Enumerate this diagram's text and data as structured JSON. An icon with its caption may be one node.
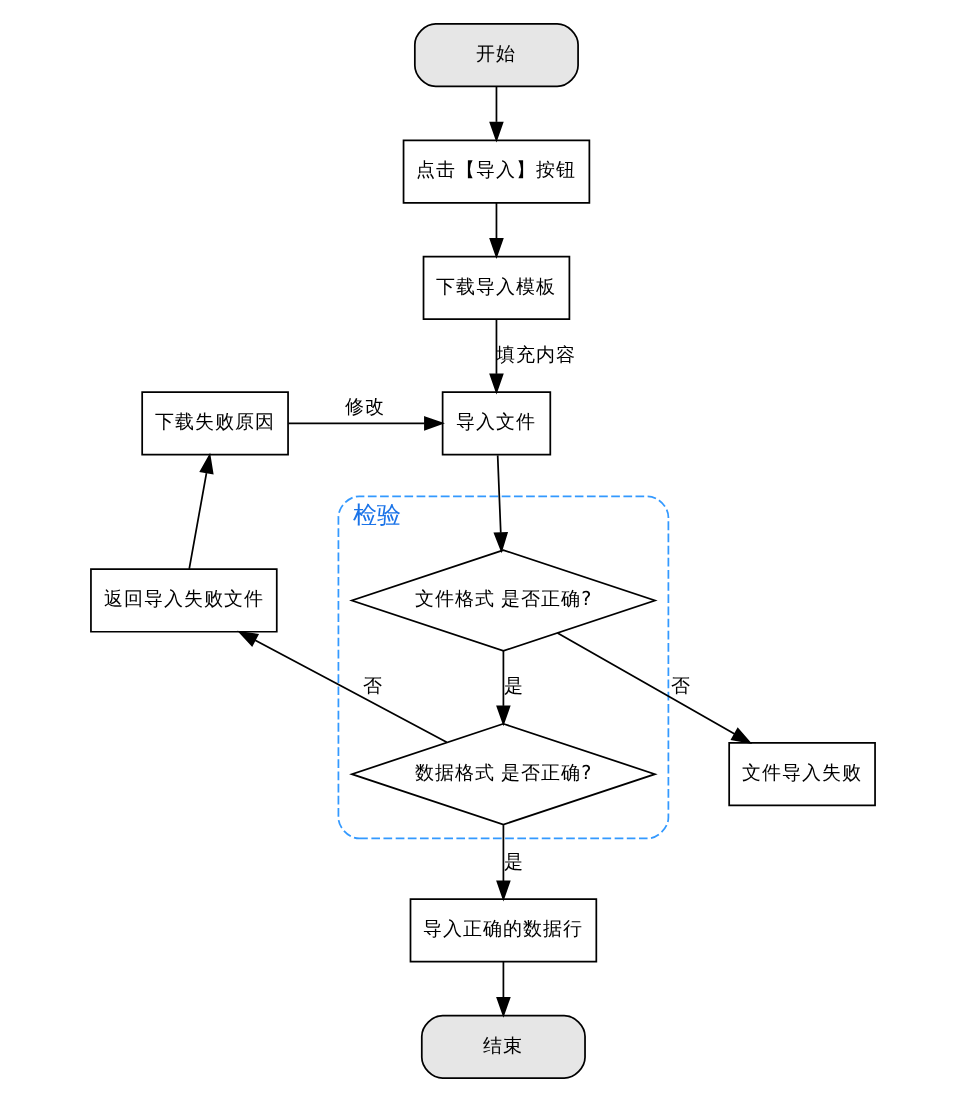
{
  "diagram": {
    "nodes": [
      {
        "text": [
          "开始"
        ]
      },
      {
        "text": [
          "点击【导入】按钮"
        ]
      },
      {
        "text": [
          "下载导入模板"
        ]
      },
      {
        "text": [
          "下载失败原因"
        ]
      },
      {
        "text": [
          "导入文件"
        ]
      },
      {
        "text": [
          "检验"
        ]
      },
      {
        "text": [
          "文件格式 是否正确?"
        ],
        "in": 5
      },
      {
        "text": [
          "文件导入失败"
        ]
      },
      {
        "text": [
          "返回导入失败文件"
        ]
      },
      {
        "text": [
          "数据格式 是否正确?"
        ],
        "in": 5
      },
      {
        "text": [
          "导入正确的数据行"
        ]
      },
      {
        "text": [
          "结束"
        ]
      }
    ],
    "edges": [
      {
        "from": 0,
        "to": 1,
        "arrow": "to"
      },
      {
        "from": 1,
        "to": 2,
        "arrow": "to"
      },
      {
        "from": 2,
        "to": 4,
        "arrow": "to",
        "label": "填充内容"
      },
      {
        "from": 3,
        "to": 4,
        "arrow": "to",
        "label": "修改"
      },
      {
        "from": 4,
        "to": 6,
        "arrow": "to"
      },
      {
        "from": 6,
        "to": 7,
        "arrow": "to",
        "label": "否"
      },
      {
        "from": 6,
        "to": 9,
        "arrow": "to",
        "label": "是"
      },
      {
        "from": 9,
        "to": 8,
        "arrow": "to",
        "label": "否"
      },
      {
        "from": 8,
        "to": 3,
        "arrow": "to"
      },
      {
        "from": 9,
        "to": 10,
        "arrow": "to",
        "label": "是"
      },
      {
        "from": 10,
        "to": 11,
        "arrow": "to"
      }
    ]
  }
}
